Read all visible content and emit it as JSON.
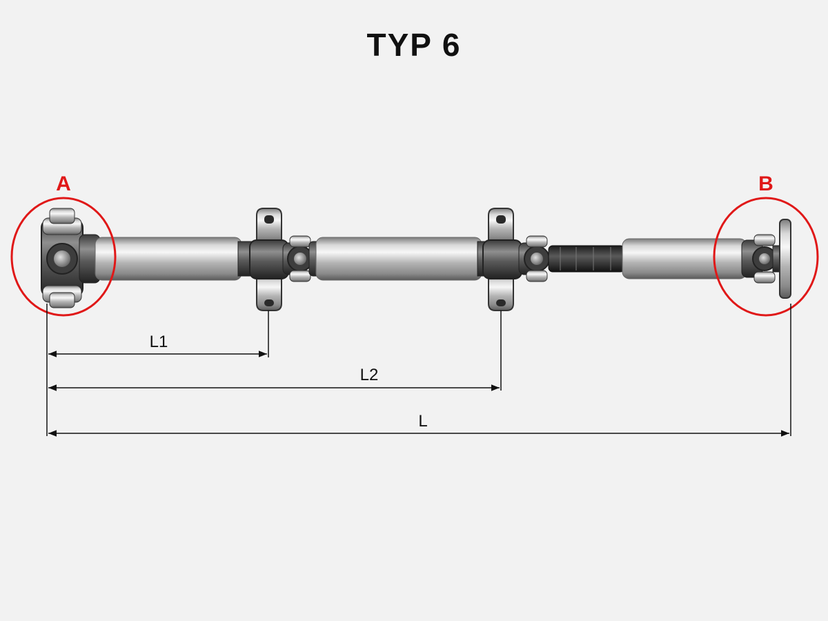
{
  "title": "TYP 6",
  "callouts": {
    "a": "A",
    "b": "B"
  },
  "dimensions": {
    "l1": "L1",
    "l2": "L2",
    "l": "L"
  },
  "colors": {
    "callout": "#e01818",
    "dimension_line": "#111111",
    "shaft_steel": "#b8b8b8",
    "joint_dark": "#4a4a4a"
  }
}
